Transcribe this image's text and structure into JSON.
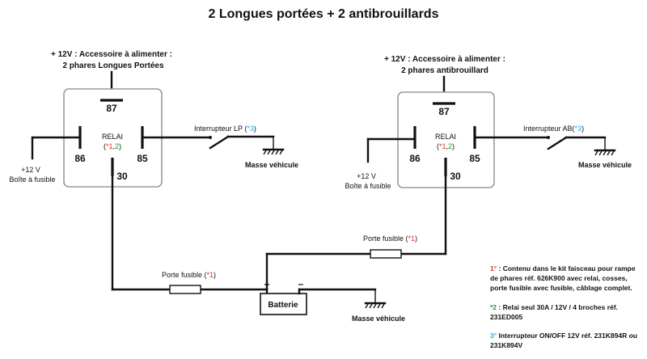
{
  "title": "2 Longues portées + 2 antibrouillards",
  "relay_left": {
    "accessory_line1": "+ 12V : Accessoire à alimenter :",
    "accessory_line2": "2 phares Longues Portées",
    "pin_87": "87",
    "pin_86": "86",
    "pin_85": "85",
    "pin_30": "30",
    "relay_label": "RELAI",
    "ref_open": "(",
    "ref_1": "*1",
    "ref_sep": ",",
    "ref_2": "2",
    "ref_close": ")",
    "switch_text": "Interrupteur LP (",
    "switch_ref": "*3",
    "switch_close": ")",
    "ground_label": "Masse véhicule",
    "supply_line1": "+12 V",
    "supply_line2": "Boîte à fusible"
  },
  "relay_right": {
    "accessory_line1": "+ 12V : Accessoire à alimenter :",
    "accessory_line2": "2 phares antibrouillard",
    "pin_87": "87",
    "pin_86": "86",
    "pin_85": "85",
    "pin_30": "30",
    "relay_label": "RELAI",
    "ref_open": "(",
    "ref_1": "*1",
    "ref_sep": ",",
    "ref_2": "2",
    "ref_close": ")",
    "switch_text": "Interrupteur AB(",
    "switch_ref": "*3",
    "switch_close": ")",
    "ground_label": "Masse véhicule",
    "supply_line1": "+12 V",
    "supply_line2": "Boîte à fusible"
  },
  "fuse_left": {
    "text": "Porte fusible  (",
    "ref": "*1",
    "close": ")"
  },
  "fuse_right": {
    "text": "Porte fusible  (",
    "ref": "*1",
    "close": ")"
  },
  "battery": {
    "label": "Batterie",
    "plus": "+",
    "minus": "–",
    "ground_label": "Masse véhicule"
  },
  "notes": {
    "n1_ref": "1°",
    "n1_line1": " : Contenu dans le kit faisceau pour rampe",
    "n1_line2": "de phares réf. 626K900 avec relai, cosses,",
    "n1_line3": "porte fusible avec fusible, câblage complet.",
    "n2_ref": "*2",
    "n2_line1": " : Relai seul 30A / 12V / 4 broches réf.",
    "n2_line2": "231ED005",
    "n3_ref": "3°",
    "n3_line1": " Interrupteur ON/OFF 12V réf. 231K894R ou",
    "n3_line2": "231K894V"
  },
  "colors": {
    "ref1": "#e0302a",
    "ref2": "#1a9a3a",
    "ref3": "#2aa8d8",
    "relay_border": "#9a9a9a"
  }
}
